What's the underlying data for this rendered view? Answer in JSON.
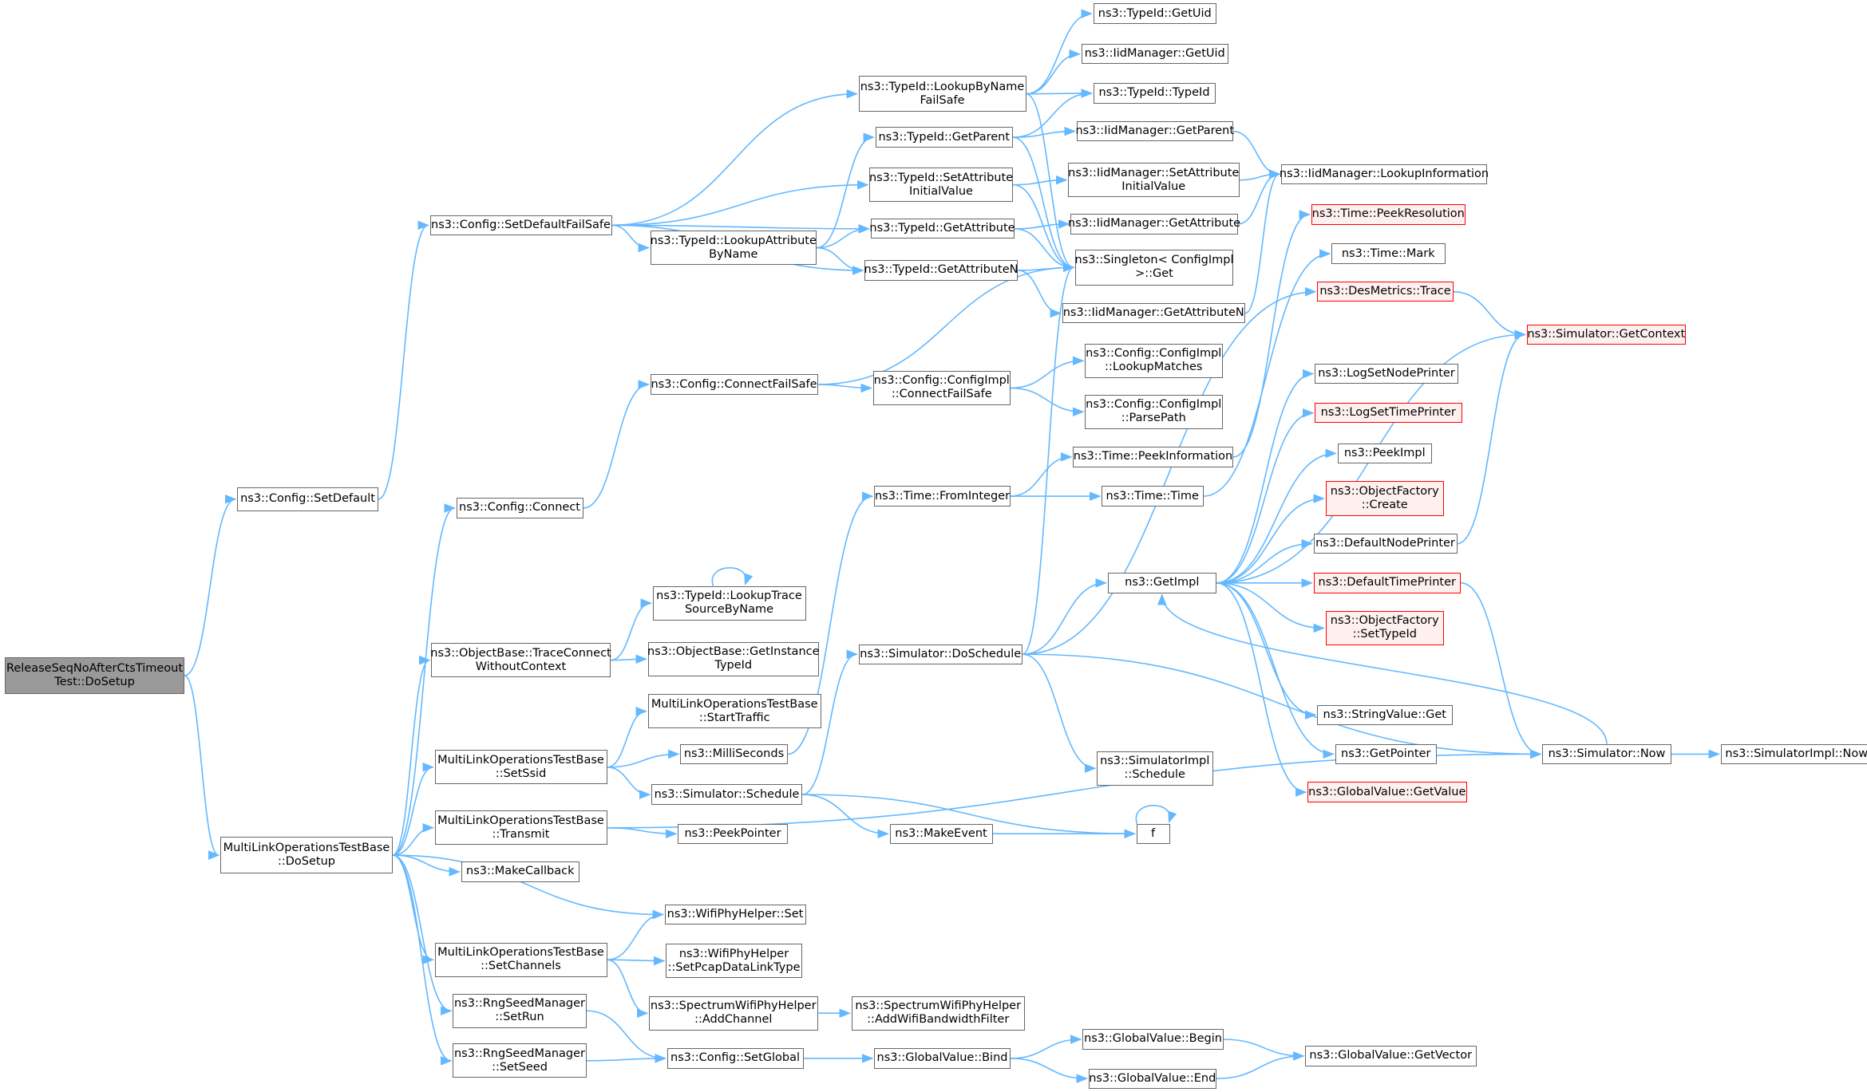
{
  "graph": {
    "colors": {
      "edge": "#63b8ff",
      "node_border": "#666666",
      "highlight_border": "#ff0000",
      "root_fill": "#999999"
    },
    "nodes": {
      "release": {
        "lines": [
          "ReleaseSeqNoAfterCtsTimeout",
          "Test::DoSetup"
        ],
        "root": true
      },
      "cfg_setdefault": {
        "lines": [
          "ns3::Config::SetDefault"
        ]
      },
      "mlo_dosetup": {
        "lines": [
          "MultiLinkOperationsTestBase",
          "::DoSetup"
        ]
      },
      "cfg_setdefaultfs": {
        "lines": [
          "ns3::Config::SetDefaultFailSafe"
        ]
      },
      "cfg_connect": {
        "lines": [
          "ns3::Config::Connect"
        ]
      },
      "obj_traceconnect": {
        "lines": [
          "ns3::ObjectBase::TraceConnect",
          "WithoutContext"
        ]
      },
      "mlo_setssid": {
        "lines": [
          "MultiLinkOperationsTestBase",
          "::SetSsid"
        ]
      },
      "mlo_transmit": {
        "lines": [
          "MultiLinkOperationsTestBase",
          "::Transmit"
        ]
      },
      "makecallback": {
        "lines": [
          "ns3::MakeCallback"
        ]
      },
      "mlo_setchannels": {
        "lines": [
          "MultiLinkOperationsTestBase",
          "::SetChannels"
        ]
      },
      "rng_setrun": {
        "lines": [
          "ns3::RngSeedManager",
          "::SetRun"
        ]
      },
      "rng_setseed": {
        "lines": [
          "ns3::RngSeedManager",
          "::SetSeed"
        ]
      },
      "tid_lookupattr": {
        "lines": [
          "ns3::TypeId::LookupAttribute",
          "ByName"
        ]
      },
      "cfg_connectfs": {
        "lines": [
          "ns3::Config::ConnectFailSafe"
        ]
      },
      "tid_lookuptrace": {
        "lines": [
          "ns3::TypeId::LookupTrace",
          "SourceByName"
        ]
      },
      "obj_getinstance": {
        "lines": [
          "ns3::ObjectBase::GetInstance",
          "TypeId"
        ]
      },
      "mlo_starttraffic": {
        "lines": [
          "MultiLinkOperationsTestBase",
          "::StartTraffic"
        ]
      },
      "milliseconds": {
        "lines": [
          "ns3::MilliSeconds"
        ]
      },
      "sim_schedule": {
        "lines": [
          "ns3::Simulator::Schedule"
        ]
      },
      "peekpointer": {
        "lines": [
          "ns3::PeekPointer"
        ]
      },
      "wifiphy_set": {
        "lines": [
          "ns3::WifiPhyHelper::Set"
        ]
      },
      "wifiphy_setpcap": {
        "lines": [
          "ns3::WifiPhyHelper",
          "::SetPcapDataLinkType"
        ]
      },
      "spectrum_addchannel": {
        "lines": [
          "ns3::SpectrumWifiPhyHelper",
          "::AddChannel"
        ]
      },
      "cfg_setglobal": {
        "lines": [
          "ns3::Config::SetGlobal"
        ]
      },
      "tid_lookupbyname": {
        "lines": [
          "ns3::TypeId::LookupByName",
          "FailSafe"
        ]
      },
      "tid_getparent": {
        "lines": [
          "ns3::TypeId::GetParent"
        ]
      },
      "tid_setattrinit": {
        "lines": [
          "ns3::TypeId::SetAttribute",
          "InitialValue"
        ]
      },
      "tid_getattribute": {
        "lines": [
          "ns3::TypeId::GetAttribute"
        ]
      },
      "tid_getattributen": {
        "lines": [
          "ns3::TypeId::GetAttributeN"
        ]
      },
      "cfgimpl_connectfs": {
        "lines": [
          "ns3::Config::ConfigImpl",
          "::ConnectFailSafe"
        ]
      },
      "time_frominteger": {
        "lines": [
          "ns3::Time::FromInteger"
        ]
      },
      "sim_doschedule": {
        "lines": [
          "ns3::Simulator::DoSchedule"
        ]
      },
      "makeevent": {
        "lines": [
          "ns3::MakeEvent"
        ]
      },
      "spectrum_addfilter": {
        "lines": [
          "ns3::SpectrumWifiPhyHelper",
          "::AddWifiBandwidthFilter"
        ]
      },
      "gv_bind": {
        "lines": [
          "ns3::GlobalValue::Bind"
        ]
      },
      "tid_getuid": {
        "lines": [
          "ns3::TypeId::GetUid"
        ]
      },
      "iid_getuid": {
        "lines": [
          "ns3::IidManager::GetUid"
        ]
      },
      "tid_typeid": {
        "lines": [
          "ns3::TypeId::TypeId"
        ]
      },
      "iid_getparent": {
        "lines": [
          "ns3::IidManager::GetParent"
        ]
      },
      "iid_setattrinit": {
        "lines": [
          "ns3::IidManager::SetAttribute",
          "InitialValue"
        ]
      },
      "iid_getattribute": {
        "lines": [
          "ns3::IidManager::GetAttribute"
        ]
      },
      "singleton_get": {
        "lines": [
          "ns3::Singleton< ConfigImpl",
          " >::Get"
        ]
      },
      "iid_getattributen": {
        "lines": [
          "ns3::IidManager::GetAttributeN"
        ]
      },
      "cfgimpl_lookupmatches": {
        "lines": [
          "ns3::Config::ConfigImpl",
          "::LookupMatches"
        ]
      },
      "cfgimpl_parsepath": {
        "lines": [
          "ns3::Config::ConfigImpl",
          "::ParsePath"
        ]
      },
      "time_peekinfo": {
        "lines": [
          "ns3::Time::PeekInformation"
        ]
      },
      "time_time": {
        "lines": [
          "ns3::Time::Time"
        ]
      },
      "getimpl": {
        "lines": [
          "ns3::GetImpl"
        ]
      },
      "simimpl_schedule": {
        "lines": [
          "ns3::SimulatorImpl",
          "::Schedule"
        ]
      },
      "f": {
        "lines": [
          "f"
        ]
      },
      "gv_begin": {
        "lines": [
          "ns3::GlobalValue::Begin"
        ]
      },
      "gv_end": {
        "lines": [
          "ns3::GlobalValue::End"
        ]
      },
      "iid_lookupinfo": {
        "lines": [
          "ns3::IidManager::LookupInformation"
        ]
      },
      "time_peekres": {
        "lines": [
          "ns3::Time::PeekResolution"
        ],
        "highlight": true
      },
      "time_mark": {
        "lines": [
          "ns3::Time::Mark"
        ]
      },
      "desmetrics_trace": {
        "lines": [
          "ns3::DesMetrics::Trace"
        ],
        "highlight": true
      },
      "logsetnodeprinter": {
        "lines": [
          "ns3::LogSetNodePrinter"
        ]
      },
      "logsettimeprinter": {
        "lines": [
          "ns3::LogSetTimePrinter"
        ],
        "highlight": true
      },
      "peekimpl": {
        "lines": [
          "ns3::PeekImpl"
        ]
      },
      "objfactory_create": {
        "lines": [
          "ns3::ObjectFactory",
          "::Create"
        ],
        "highlight": true
      },
      "defaultnodeprinter": {
        "lines": [
          "ns3::DefaultNodePrinter"
        ]
      },
      "defaulttimeprinter": {
        "lines": [
          "ns3::DefaultTimePrinter"
        ],
        "highlight": true
      },
      "objfactory_settypeid": {
        "lines": [
          "ns3::ObjectFactory",
          "::SetTypeId"
        ],
        "highlight": true
      },
      "stringvalue_get": {
        "lines": [
          "ns3::StringValue::Get"
        ]
      },
      "getpointer": {
        "lines": [
          "ns3::GetPointer"
        ]
      },
      "gv_getvalue": {
        "lines": [
          "ns3::GlobalValue::GetValue"
        ],
        "highlight": true
      },
      "gv_getvector": {
        "lines": [
          "ns3::GlobalValue::GetVector"
        ]
      },
      "sim_getcontext": {
        "lines": [
          "ns3::Simulator::GetContext"
        ],
        "highlight": true
      },
      "sim_now": {
        "lines": [
          "ns3::Simulator::Now"
        ]
      },
      "simimpl_now": {
        "lines": [
          "ns3::SimulatorImpl::Now"
        ]
      }
    },
    "edges": [
      [
        "release",
        "cfg_setdefault"
      ],
      [
        "release",
        "mlo_dosetup"
      ],
      [
        "cfg_setdefault",
        "cfg_setdefaultfs"
      ],
      [
        "cfg_setdefaultfs",
        "tid_lookupbyname"
      ],
      [
        "cfg_setdefaultfs",
        "tid_setattrinit"
      ],
      [
        "cfg_setdefaultfs",
        "tid_lookupattr"
      ],
      [
        "cfg_setdefaultfs",
        "tid_getattribute"
      ],
      [
        "cfg_setdefaultfs",
        "tid_getattributen"
      ],
      [
        "tid_lookupattr",
        "tid_getparent"
      ],
      [
        "tid_lookupattr",
        "tid_getattribute"
      ],
      [
        "tid_lookupattr",
        "tid_getattributen"
      ],
      [
        "tid_lookupbyname",
        "tid_getuid"
      ],
      [
        "tid_lookupbyname",
        "iid_getuid"
      ],
      [
        "tid_lookupbyname",
        "tid_typeid"
      ],
      [
        "tid_lookupbyname",
        "singleton_get"
      ],
      [
        "tid_getparent",
        "tid_typeid"
      ],
      [
        "tid_getparent",
        "iid_getparent"
      ],
      [
        "tid_getparent",
        "singleton_get"
      ],
      [
        "tid_setattrinit",
        "iid_setattrinit"
      ],
      [
        "tid_setattrinit",
        "singleton_get"
      ],
      [
        "tid_getattribute",
        "iid_getattribute"
      ],
      [
        "tid_getattribute",
        "singleton_get"
      ],
      [
        "tid_getattributen",
        "singleton_get"
      ],
      [
        "tid_getattributen",
        "iid_getattributen"
      ],
      [
        "iid_getparent",
        "iid_lookupinfo"
      ],
      [
        "iid_setattrinit",
        "iid_lookupinfo"
      ],
      [
        "iid_getattribute",
        "iid_lookupinfo"
      ],
      [
        "iid_getattributen",
        "iid_lookupinfo"
      ],
      [
        "mlo_dosetup",
        "cfg_connect"
      ],
      [
        "mlo_dosetup",
        "obj_traceconnect"
      ],
      [
        "mlo_dosetup",
        "mlo_setssid"
      ],
      [
        "mlo_dosetup",
        "mlo_transmit"
      ],
      [
        "mlo_dosetup",
        "makecallback"
      ],
      [
        "mlo_dosetup",
        "wifiphy_set"
      ],
      [
        "mlo_dosetup",
        "mlo_setchannels"
      ],
      [
        "mlo_dosetup",
        "rng_setrun"
      ],
      [
        "mlo_dosetup",
        "rng_setseed"
      ],
      [
        "cfg_connect",
        "cfg_connectfs"
      ],
      [
        "cfg_connectfs",
        "singleton_get"
      ],
      [
        "cfg_connectfs",
        "cfgimpl_connectfs"
      ],
      [
        "cfgimpl_connectfs",
        "cfgimpl_lookupmatches"
      ],
      [
        "cfgimpl_connectfs",
        "cfgimpl_parsepath"
      ],
      [
        "obj_traceconnect",
        "tid_lookuptrace"
      ],
      [
        "obj_traceconnect",
        "obj_getinstance"
      ],
      [
        "tid_lookuptrace",
        "tid_lookuptrace"
      ],
      [
        "mlo_setssid",
        "mlo_starttraffic"
      ],
      [
        "mlo_setssid",
        "milliseconds"
      ],
      [
        "mlo_setssid",
        "sim_schedule"
      ],
      [
        "milliseconds",
        "time_frominteger"
      ],
      [
        "time_frominteger",
        "time_peekinfo"
      ],
      [
        "time_frominteger",
        "time_time"
      ],
      [
        "time_peekinfo",
        "time_peekres"
      ],
      [
        "time_time",
        "time_mark"
      ],
      [
        "sim_schedule",
        "sim_doschedule"
      ],
      [
        "sim_schedule",
        "makeevent"
      ],
      [
        "sim_schedule",
        "f"
      ],
      [
        "makeevent",
        "f"
      ],
      [
        "f",
        "f"
      ],
      [
        "sim_doschedule",
        "singleton_get"
      ],
      [
        "sim_doschedule",
        "getimpl"
      ],
      [
        "sim_doschedule",
        "desmetrics_trace"
      ],
      [
        "sim_doschedule",
        "simimpl_schedule"
      ],
      [
        "sim_doschedule",
        "sim_now"
      ],
      [
        "getimpl",
        "logsetnodeprinter"
      ],
      [
        "getimpl",
        "logsettimeprinter"
      ],
      [
        "getimpl",
        "peekimpl"
      ],
      [
        "getimpl",
        "objfactory_create"
      ],
      [
        "getimpl",
        "defaultnodeprinter"
      ],
      [
        "getimpl",
        "defaulttimeprinter"
      ],
      [
        "getimpl",
        "objfactory_settypeid"
      ],
      [
        "getimpl",
        "stringvalue_get"
      ],
      [
        "getimpl",
        "getpointer"
      ],
      [
        "getimpl",
        "gv_getvalue"
      ],
      [
        "getimpl",
        "sim_getcontext"
      ],
      [
        "desmetrics_trace",
        "sim_getcontext"
      ],
      [
        "defaultnodeprinter",
        "sim_getcontext"
      ],
      [
        "defaulttimeprinter",
        "sim_now"
      ],
      [
        "sim_now",
        "getimpl"
      ],
      [
        "sim_now",
        "simimpl_now"
      ],
      [
        "mlo_transmit",
        "peekpointer"
      ],
      [
        "mlo_transmit",
        "sim_now"
      ],
      [
        "mlo_setchannels",
        "wifiphy_set"
      ],
      [
        "mlo_setchannels",
        "wifiphy_setpcap"
      ],
      [
        "mlo_setchannels",
        "spectrum_addchannel"
      ],
      [
        "spectrum_addchannel",
        "spectrum_addfilter"
      ],
      [
        "rng_setrun",
        "cfg_setglobal"
      ],
      [
        "rng_setseed",
        "cfg_setglobal"
      ],
      [
        "cfg_setglobal",
        "gv_bind"
      ],
      [
        "gv_bind",
        "gv_begin"
      ],
      [
        "gv_bind",
        "gv_end"
      ],
      [
        "gv_begin",
        "gv_getvector"
      ],
      [
        "gv_end",
        "gv_getvector"
      ]
    ]
  }
}
